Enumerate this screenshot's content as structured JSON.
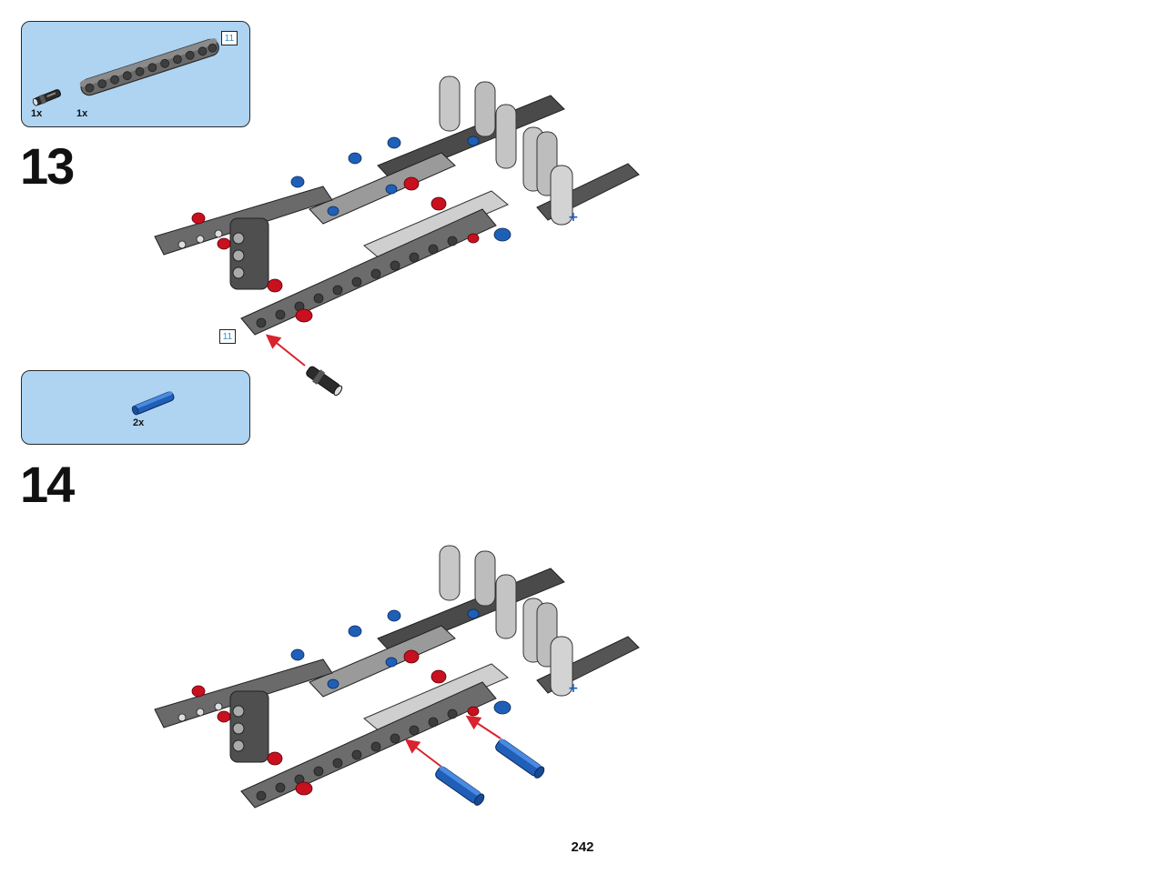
{
  "steps": [
    {
      "number": "13",
      "parts": [
        {
          "name": "black-friction-pin-with-bush",
          "qty": "1x"
        },
        {
          "name": "dark-gray-beam-11",
          "qty": "1x",
          "length_tag": "11"
        }
      ],
      "callout_length_tag": "11"
    },
    {
      "number": "14",
      "parts": [
        {
          "name": "blue-axle-pin",
          "qty": "2x"
        }
      ]
    }
  ],
  "page_number": "242",
  "colors": {
    "parts_box_bg": "#aed4f2",
    "arrow": "#d9232e",
    "pin_red": "#c8101e",
    "pin_blue": "#1f5fb8",
    "beam_dark": "#5d5d5d",
    "beam_light": "#b9b9b9",
    "length_tag_text": "#2d8fc8"
  }
}
